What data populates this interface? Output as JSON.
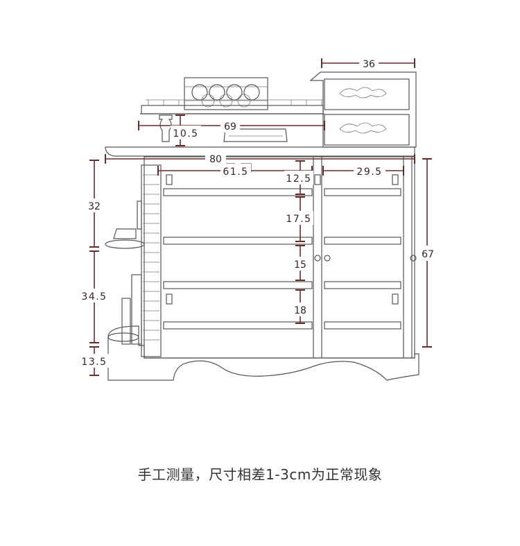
{
  "dimensions": {
    "top_drawer_width": "36",
    "tray_width": "69",
    "post_height": "10.5",
    "top_width": "80",
    "cabinet_inner_width": "61.5",
    "right_compartment_width": "29.5",
    "shelf_gap_1": "12.5",
    "shelf_gap_2": "17.5",
    "shelf_gap_3": "15",
    "shelf_gap_4": "18",
    "left_upper_height": "32",
    "left_middle_height": "34.5",
    "left_base_height": "13.5",
    "total_height": "67"
  },
  "caption": "手工测量，尺寸相差1-3cm为正常现象"
}
